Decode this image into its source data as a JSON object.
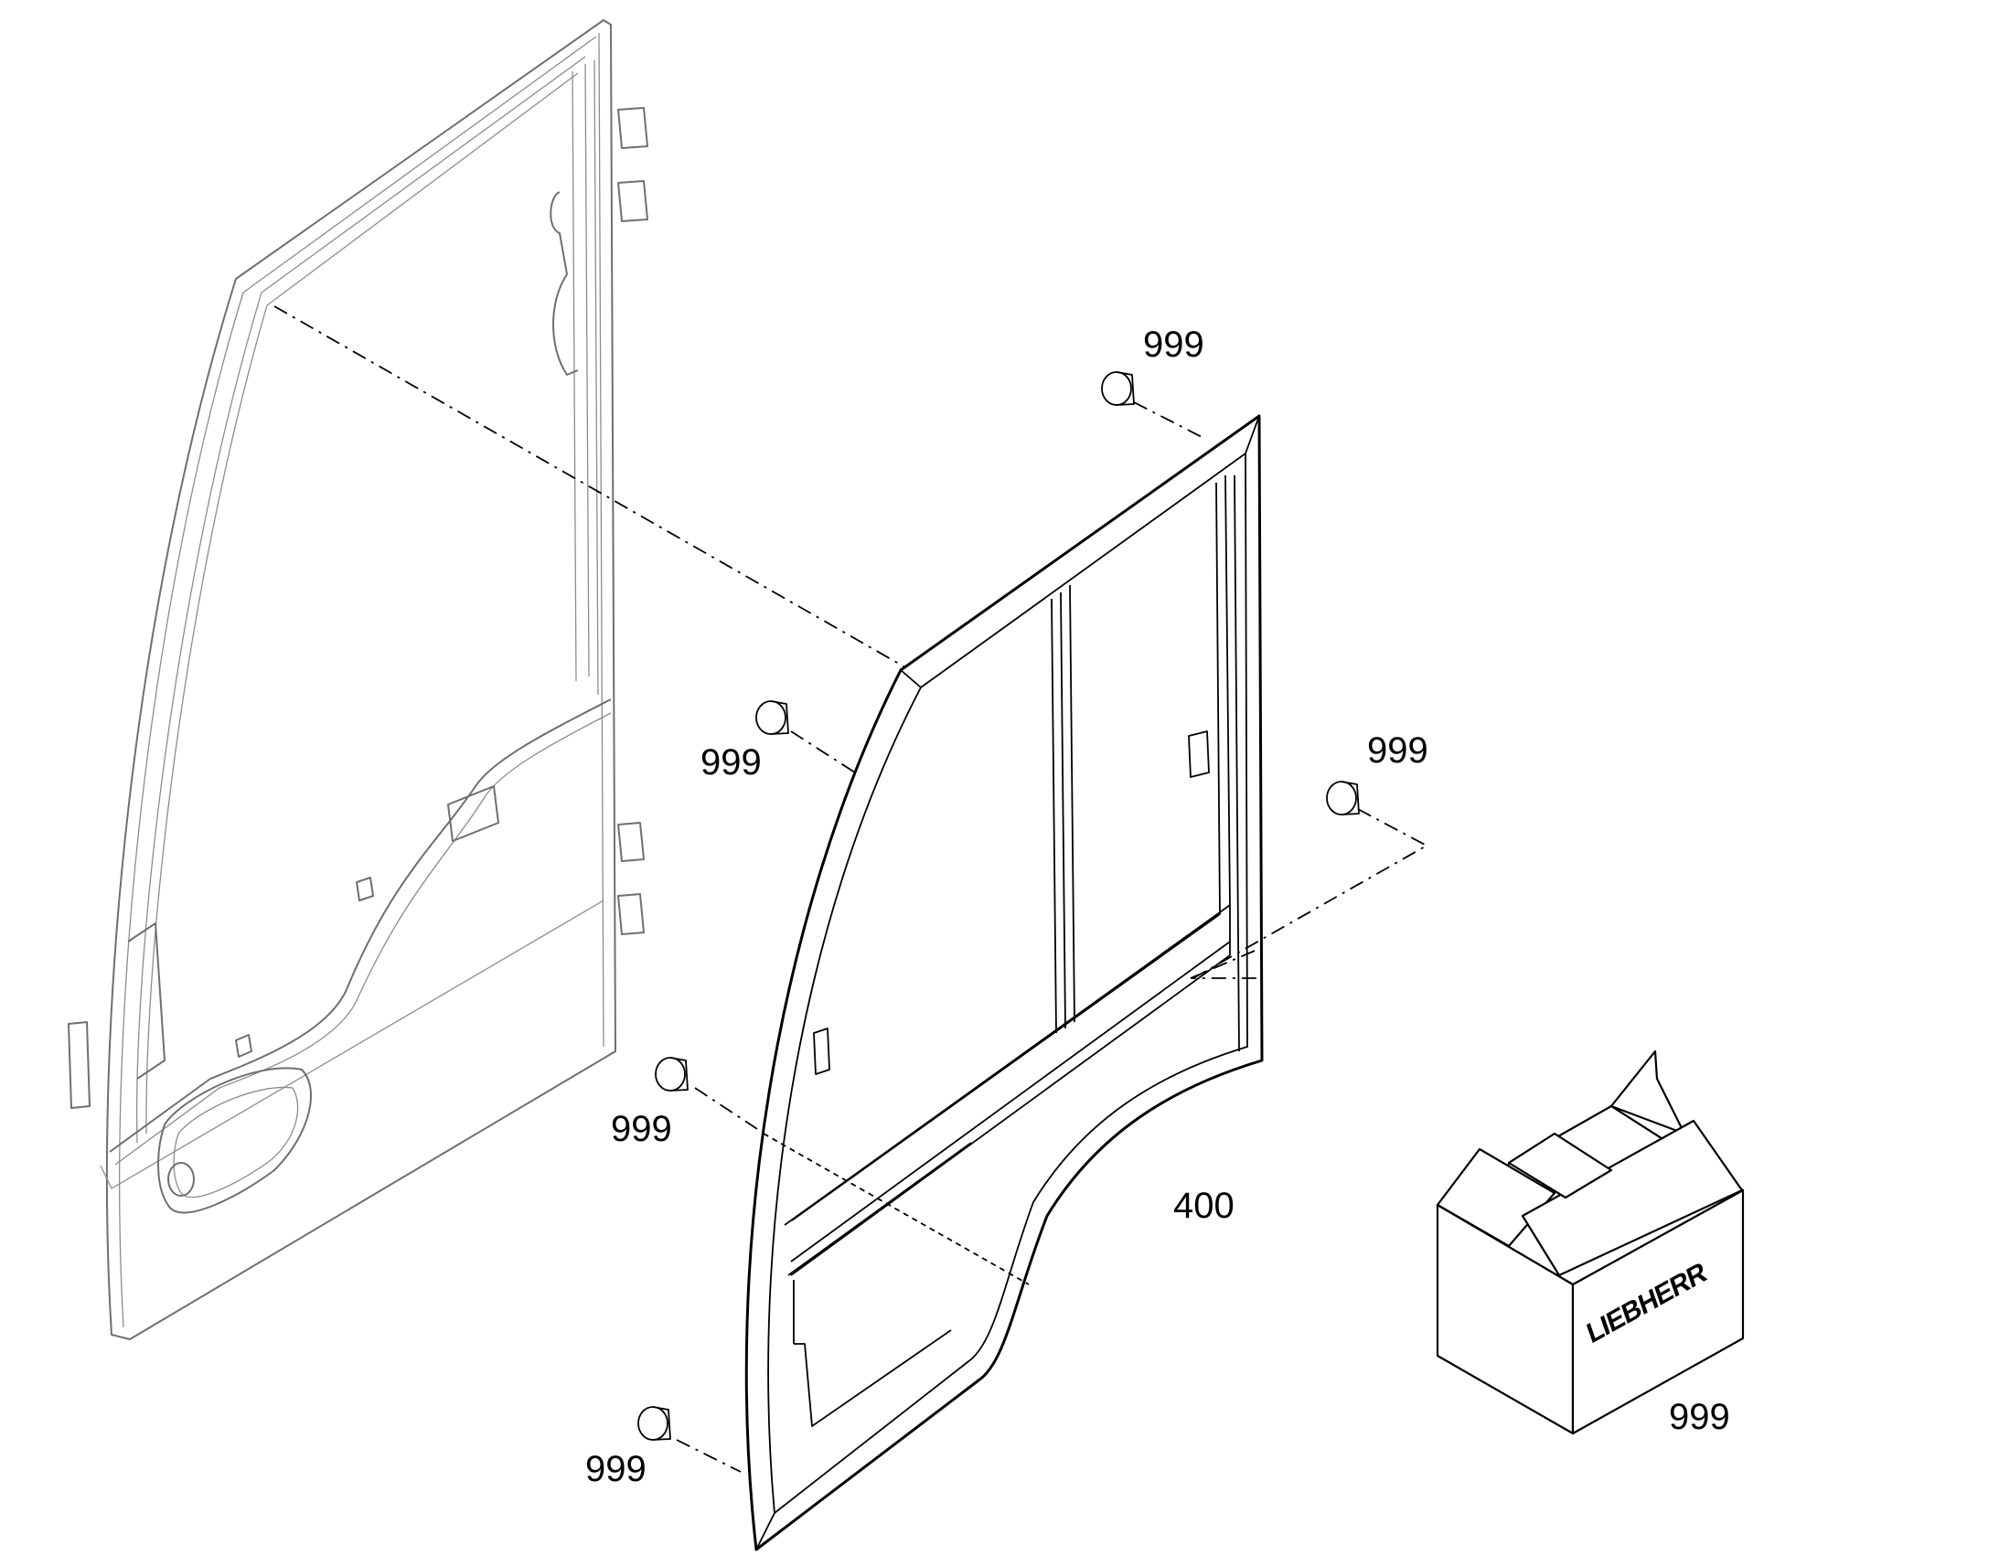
{
  "callouts": {
    "door_part": "400",
    "pad_top": "999",
    "pad_upper_left": "999",
    "pad_right": "999",
    "pad_mid_left": "999",
    "pad_bottom": "999",
    "box": "999"
  },
  "box_brand": "LIEBHERR"
}
